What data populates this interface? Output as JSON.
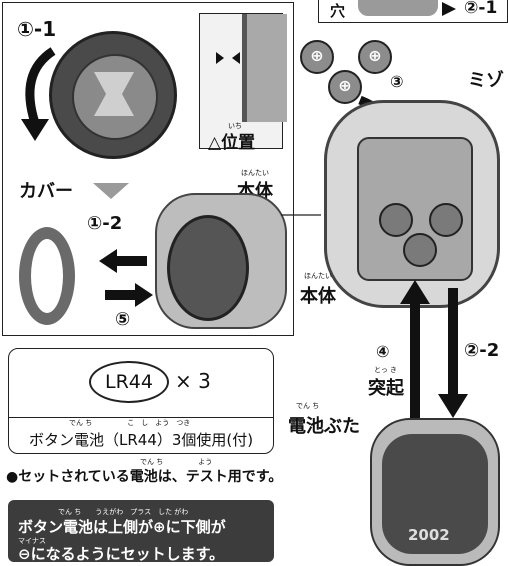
{
  "top_fragment": {
    "ana": "穴",
    "step_2_1": "②-1"
  },
  "main_panel": {
    "step_1_1": "①-1",
    "step_1_2": "①-2",
    "step_5": "⑤",
    "cover_label": "カバー",
    "body_label": "本体",
    "body_ruby": "ほんたい",
    "position_label": "△位置",
    "position_ruby": "いち"
  },
  "right_diagram": {
    "step_3": "③",
    "mizo_label": "ミゾ",
    "body_label": "本体",
    "body_ruby": "ほんたい",
    "step_4": "④",
    "step_2_2": "②-2",
    "tokki_label": "突起",
    "tokki_ruby": "とっ き",
    "lid_label": "電池ぶた",
    "lid_ruby": "でん ち",
    "lid_number": "2002"
  },
  "battery_box": {
    "model": "LR44",
    "qty": "× 3",
    "description": "ボタン電池（LR44）3個使用(付)",
    "description_ruby": "でん ち　　　　　こ　し　よう　つき"
  },
  "note_line": {
    "text": "●セットされている電池は、テスト用です。",
    "ruby": "でん ち　　　　　よう"
  },
  "instruction_box": {
    "line1": "ボタン電池は上側が⊕に下側が",
    "line1_ruby": "でん ち　　うえがわ　プラス　した がわ",
    "line2": "⊖になるようにセットします。",
    "line2_ruby": "マイナス"
  }
}
